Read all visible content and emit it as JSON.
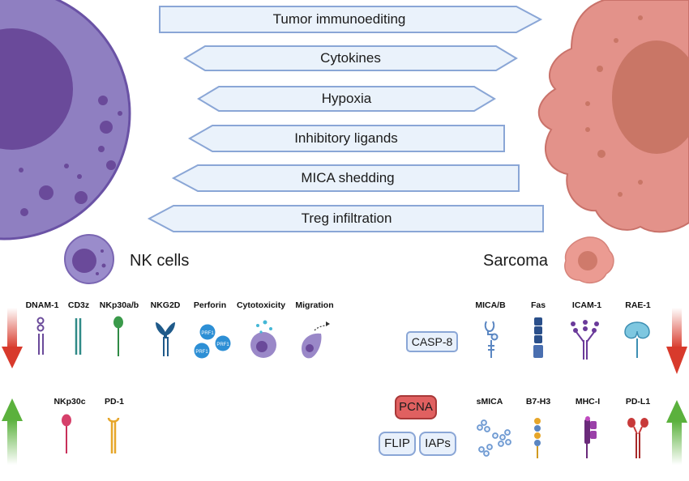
{
  "arrows": [
    {
      "label": "Tumor immunoediting",
      "direction": "right"
    },
    {
      "label": "Cytokines",
      "direction": "both"
    },
    {
      "label": "Hypoxia",
      "direction": "both"
    },
    {
      "label": "Inhibitory ligands",
      "direction": "left"
    },
    {
      "label": "MICA shedding",
      "direction": "left"
    },
    {
      "label": "Treg infiltration",
      "direction": "left"
    }
  ],
  "cells": {
    "nk_label": "NK cells",
    "sarcoma_label": "Sarcoma"
  },
  "nk_down": [
    "DNAM-1",
    "CD3z",
    "NKp30a/b",
    "NKG2D",
    "Perforin",
    "Cytotoxicity",
    "Migration"
  ],
  "nk_up": [
    "NKp30c",
    "PD-1"
  ],
  "perforin_badge": "PRF1",
  "sarcoma_down": [
    "MICA/B",
    "Fas",
    "ICAM-1",
    "RAE-1"
  ],
  "sarcoma_up": [
    "sMICA",
    "B7-H3",
    "MHC-I",
    "PD-L1"
  ],
  "boxes": {
    "casp8": "CASP-8",
    "pcna": "PCNA",
    "flip": "FLIP",
    "iaps": "IAPs"
  },
  "colors": {
    "nk_cell": "#8f7fc1",
    "nk_nucleus": "#6a4a9a",
    "sarcoma_cell": "#e3928a",
    "sarcoma_nucleus": "#c97666",
    "arrow_fill": "#eaf2fb",
    "arrow_stroke": "#8aa6d6",
    "down_arrow": "#d83a2c",
    "up_arrow": "#5bb13d",
    "pcna_fill": "#e06060",
    "box_fill": "#e8f0fb",
    "box_stroke": "#8aa6d6"
  }
}
